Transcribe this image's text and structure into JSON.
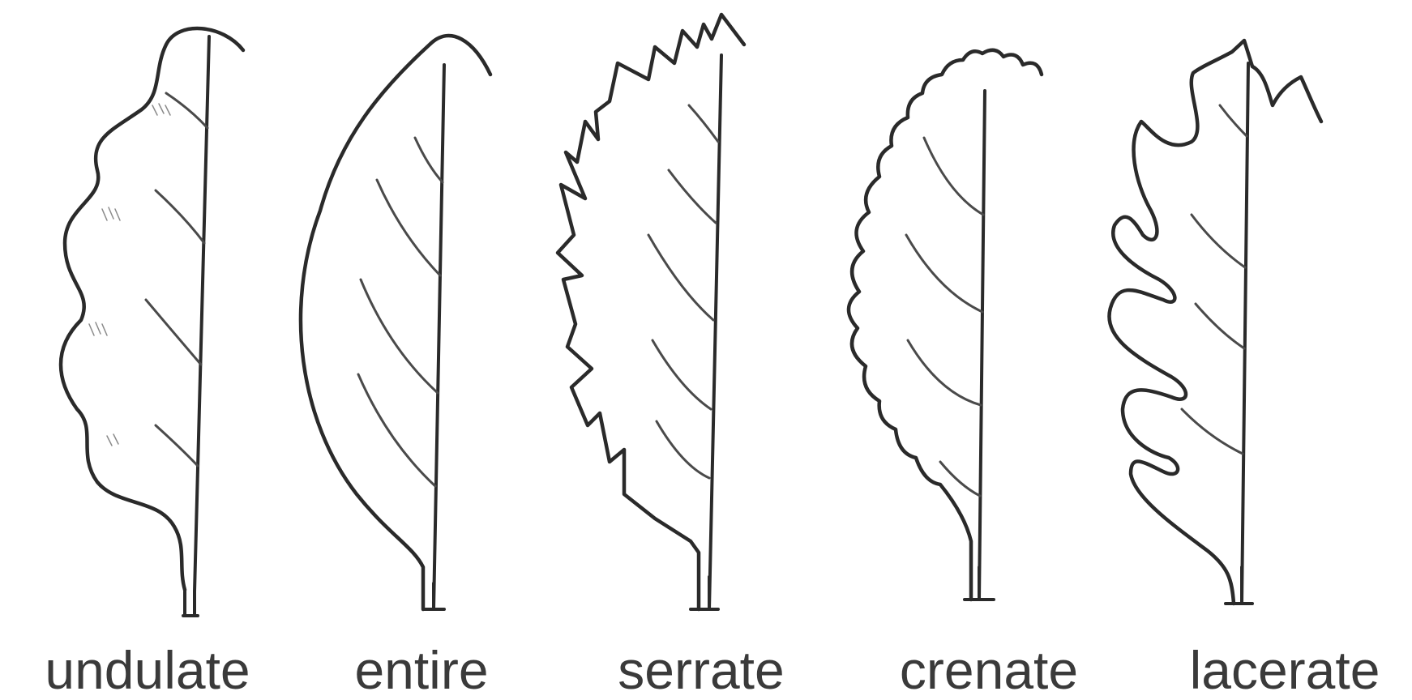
{
  "leaves": [
    {
      "id": "undulate",
      "label": "undulate"
    },
    {
      "id": "entire",
      "label": "entire"
    },
    {
      "id": "serrate",
      "label": "serrate"
    },
    {
      "id": "crenate",
      "label": "crenate"
    },
    {
      "id": "lacerate",
      "label": "lacerate"
    }
  ],
  "colors": {
    "stroke": "#2a2a2a",
    "label": "#3a3a3a",
    "background": "#ffffff"
  }
}
